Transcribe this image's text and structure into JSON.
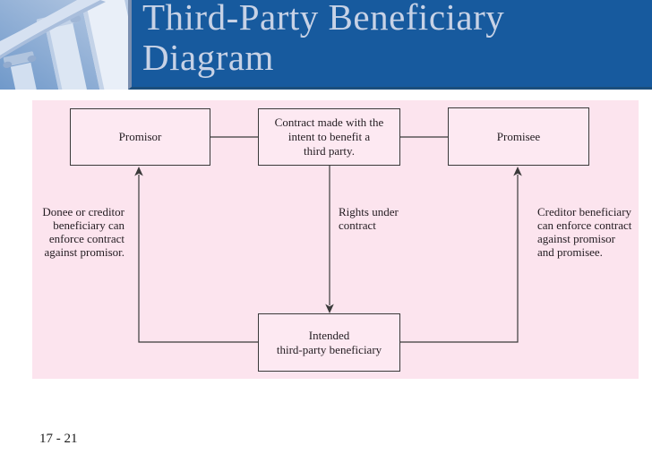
{
  "header": {
    "title_line1": "Third-Party Beneficiary",
    "title_line2": "Diagram",
    "image": "classical-columns-photo"
  },
  "diagram": {
    "promisor": {
      "label": "Promisor"
    },
    "contract": {
      "lines": [
        "Contract made with the",
        "intent to benefit a",
        "third party."
      ]
    },
    "promisee": {
      "label": "Promisee"
    },
    "beneficiary": {
      "lines": [
        "Intended",
        "third-party beneficiary"
      ]
    },
    "left_note": {
      "lines": [
        "Donee or creditor",
        "beneficiary can",
        "enforce contract",
        "against promisor."
      ]
    },
    "center_note": {
      "lines": [
        "Rights under",
        "contract"
      ]
    },
    "right_note": {
      "lines": [
        "Creditor beneficiary",
        "can enforce contract",
        "against promisor",
        "and promisee."
      ]
    }
  },
  "footer": {
    "page_number": "17 - 21"
  },
  "colors": {
    "header_blue": "#175A9E",
    "header_bottom_edge": "#1B4E7C",
    "title_text": "#C7D2E6",
    "panel_pink": "#FCE4EE",
    "box_fill": "#FDE9F2",
    "line_color": "#3A3A3A"
  }
}
